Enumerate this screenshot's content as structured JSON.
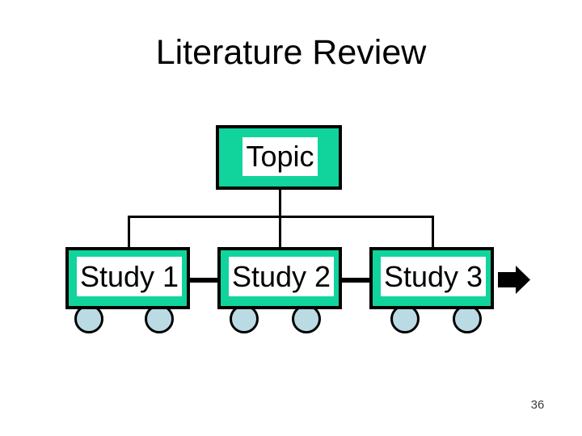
{
  "slide": {
    "title": "Literature Review",
    "page_number": "36"
  },
  "diagram": {
    "topic": {
      "label": "Topic"
    },
    "studies": [
      {
        "label": "Study 1"
      },
      {
        "label": "Study 2"
      },
      {
        "label": "Study 3"
      }
    ],
    "colors": {
      "node_fill": "#10d49c",
      "node_border": "#000000",
      "connector": "#000000",
      "wheel_fill": "#badbe4",
      "arrow": "#000000"
    },
    "icons": {
      "flow_arrow": "right-arrow-icon",
      "wheel": "wheel-icon"
    }
  }
}
